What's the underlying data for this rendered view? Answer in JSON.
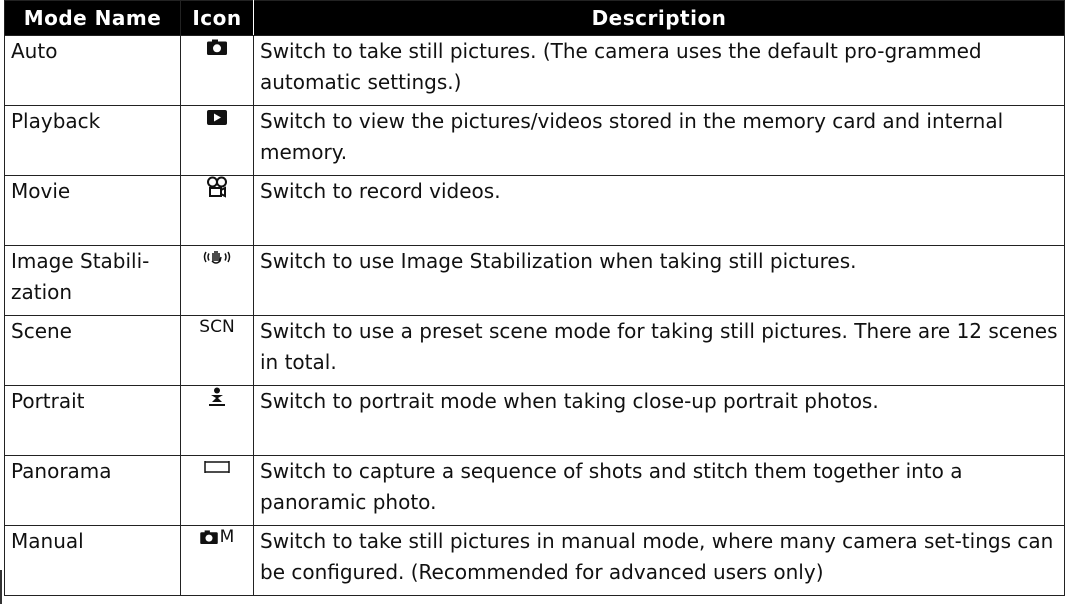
{
  "table": {
    "headers": {
      "name": "Mode Name",
      "icon": "Icon",
      "description": "Description"
    },
    "rows": [
      {
        "name": "Auto",
        "icon": "camera-icon",
        "description": "Switch to take still pictures. (The camera uses the default pro-grammed automatic  settings.)"
      },
      {
        "name": "Playback",
        "icon": "playback-icon",
        "description": "Switch to view the pictures/videos stored in the memory card and internal memory."
      },
      {
        "name": "Movie",
        "icon": "movie-camera-icon",
        "description": "Switch to record videos."
      },
      {
        "name": "Image Stabili-zation",
        "icon": "hand-shake-icon",
        "description": "Switch to use Image Stabilization when taking still pictures."
      },
      {
        "name": "Scene",
        "icon": "scn-icon",
        "icon_text": "SCN",
        "description": "Switch to use a preset scene mode for taking still pictures. There are 12 scenes in total."
      },
      {
        "name": "Portrait",
        "icon": "portrait-icon",
        "description": "Switch to portrait mode when taking close-up portrait photos."
      },
      {
        "name": "Panorama",
        "icon": "panorama-icon",
        "description": "Switch to capture a sequence of shots and stitch them together into a panoramic photo."
      },
      {
        "name": "Manual",
        "icon": "manual-camera-icon",
        "icon_text": "M",
        "description": "Switch to take still pictures in manual mode, where many camera set-tings can be configured. (Recommended for advanced users only)"
      }
    ]
  }
}
